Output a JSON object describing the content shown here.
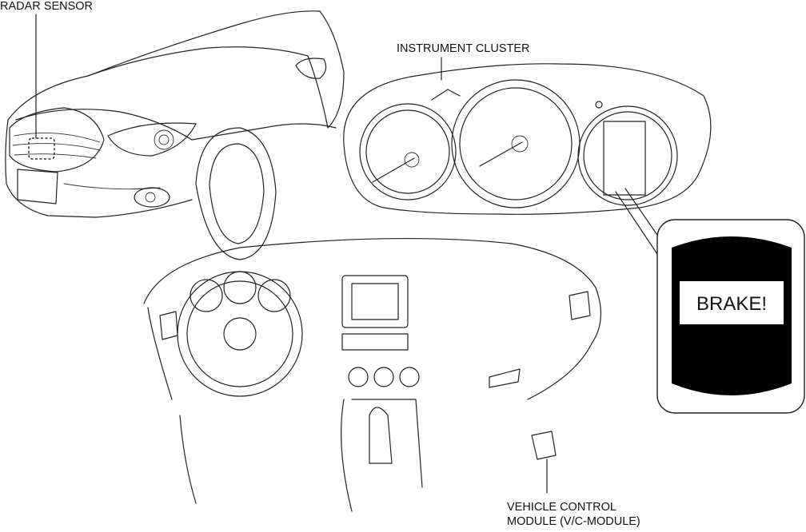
{
  "labels": {
    "radar_sensor": "RADAR SENSOR",
    "instrument_cluster": "INSTRUMENT CLUSTER",
    "vcm_line1": "VEHICLE CONTROL",
    "vcm_line2": "MODULE (V/C-MODULE)"
  },
  "display_message": "BRAKE!",
  "colors": {
    "line": "#222222",
    "display_bg": "#000000",
    "background": "#ffffff"
  }
}
